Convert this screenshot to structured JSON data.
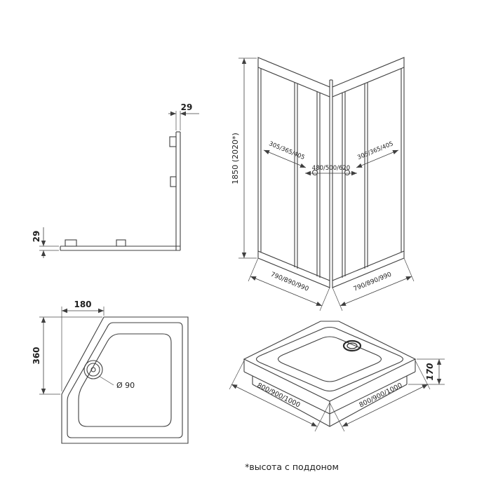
{
  "footnote": "*высота с поддоном",
  "corner_profile_view": {
    "dim_top": "29",
    "dim_left": "29"
  },
  "enclosure_view": {
    "dim_height": "1850 (2020*)",
    "dim_left_panel": "305/365/405",
    "dim_center_panel": "480/500/620",
    "dim_right_panel": "305/365/405",
    "dim_bottom_left": "790/890/990",
    "dim_bottom_right": "790/890/990"
  },
  "tray_top_view": {
    "dim_chamfer_width": "180",
    "dim_chamfer_height": "360",
    "dim_drain": "Ø 90"
  },
  "tray_iso_view": {
    "dim_left": "800/900/1000",
    "dim_right": "800/900/1000",
    "dim_height": "170"
  },
  "colors": {
    "line": "#3f3f3f",
    "text": "#1e1e1e",
    "background": "#ffffff"
  }
}
